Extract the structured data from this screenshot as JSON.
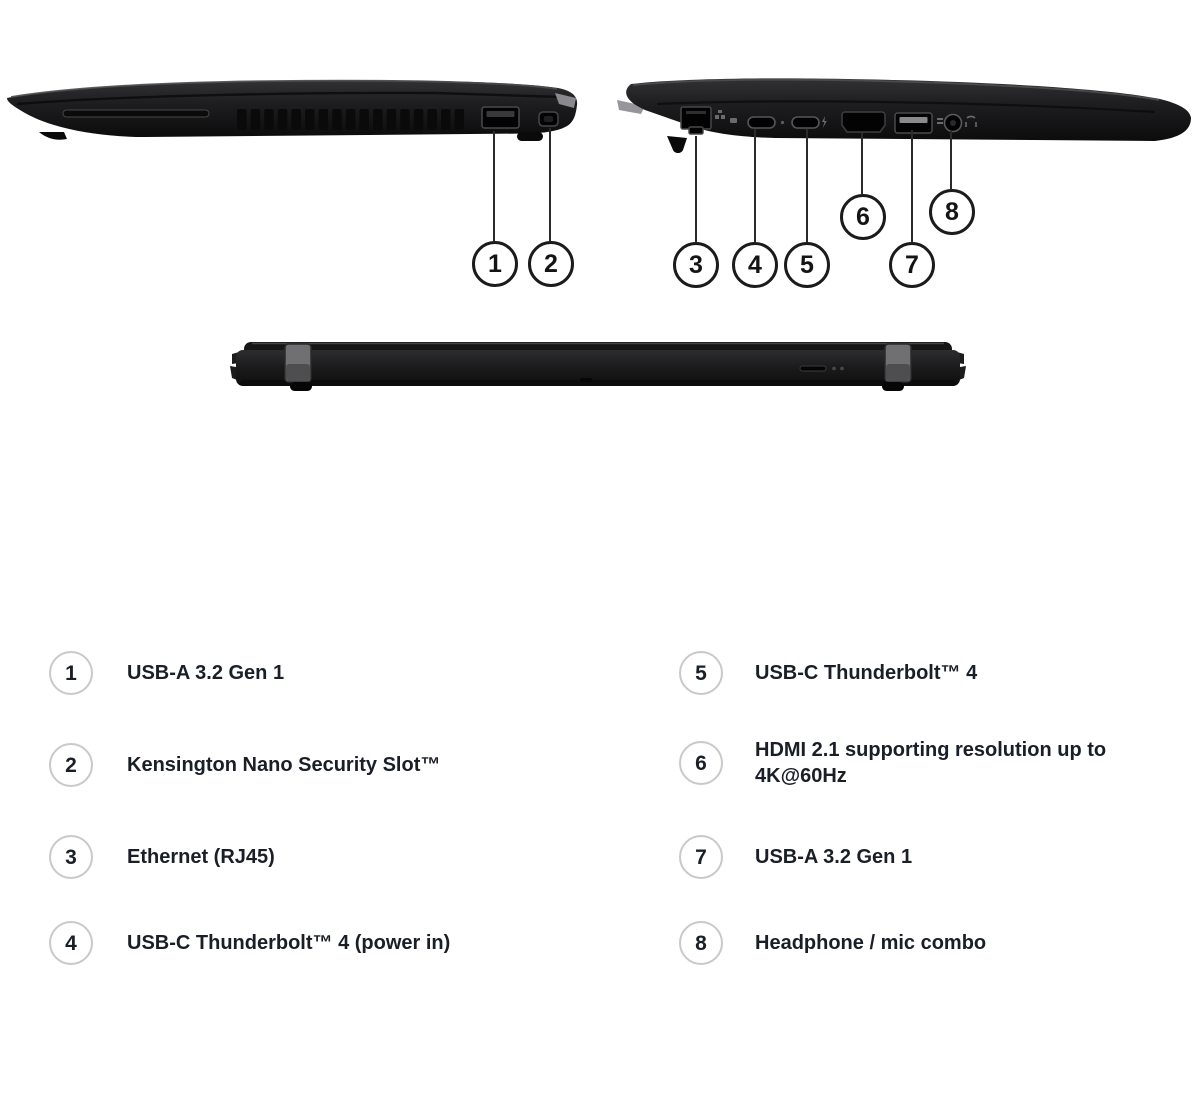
{
  "colors": {
    "background": "#ffffff",
    "laptop_body_dark": "#1d1d1f",
    "laptop_hinge_gray": "#707072",
    "callout_circle_border": "#1b1b1b",
    "legend_circle_border": "#c9c9c9",
    "legend_text": "#1a1f27",
    "leader_line": "#2b2b2b"
  },
  "views": {
    "left_side": {
      "callouts": [
        {
          "number": "1"
        },
        {
          "number": "2"
        }
      ]
    },
    "right_side": {
      "callouts": [
        {
          "number": "3"
        },
        {
          "number": "4"
        },
        {
          "number": "5"
        },
        {
          "number": "6"
        },
        {
          "number": "7"
        },
        {
          "number": "8"
        }
      ]
    }
  },
  "legend": {
    "columns": [
      {
        "items": [
          {
            "number": "1",
            "label": "USB-A 3.2 Gen 1"
          },
          {
            "number": "2",
            "label": "Kensington Nano Security Slot™"
          },
          {
            "number": "3",
            "label": "Ethernet (RJ45)"
          },
          {
            "number": "4",
            "label": "USB-C Thunderbolt™ 4 (power in)"
          }
        ]
      },
      {
        "items": [
          {
            "number": "5",
            "label": "USB-C Thunderbolt™ 4"
          },
          {
            "number": "6",
            "label": "HDMI 2.1 supporting resolution up to 4K@60Hz"
          },
          {
            "number": "7",
            "label": "USB-A 3.2 Gen 1"
          },
          {
            "number": "8",
            "label": "Headphone / mic combo"
          }
        ]
      }
    ]
  }
}
